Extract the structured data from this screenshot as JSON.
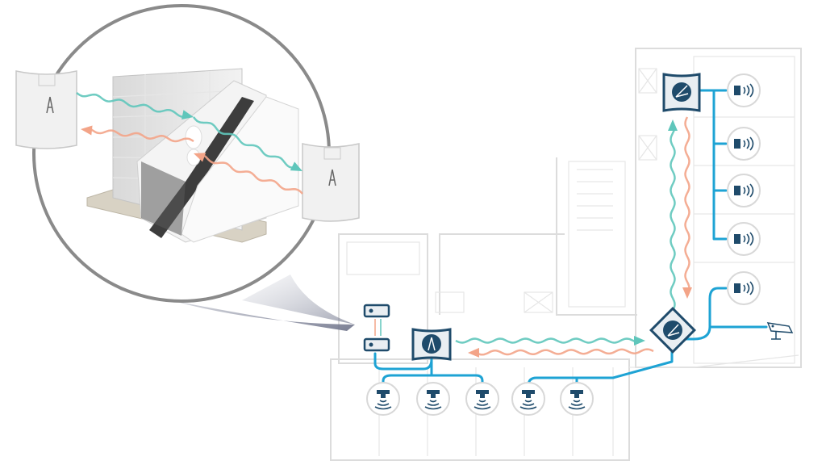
{
  "diagram": {
    "type": "wireless building network illustration",
    "colors": {
      "bus_line": "#1ea3d4",
      "signal_out": "#5fc6bb",
      "signal_return": "#f3a488",
      "device_dark": "#1f4b6b",
      "device_fill": "#e9eef2",
      "magnifier_ring": "#8a8a8a",
      "floorplan": "#dcdcdc"
    },
    "icons": {
      "gateway": "antenna-gateway-icon",
      "sensor": "smoke-detector-icon",
      "wall_sensor": "wireless-sensor-icon",
      "camera": "security-camera-icon",
      "repeater": "repeater-icon"
    },
    "counts": {
      "gateways": 3,
      "wall_sensors": 5,
      "ceiling_detectors": 5,
      "repeaters": 2,
      "cameras": 1
    }
  }
}
